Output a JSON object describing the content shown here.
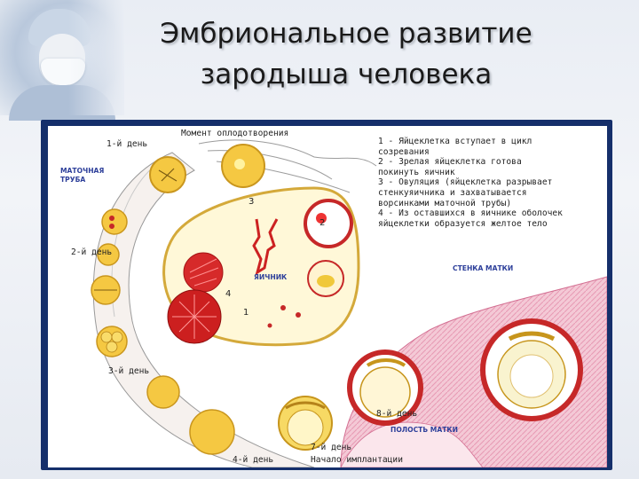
{
  "title": {
    "line1": "Эмбриональное развитие",
    "line2": "зародыша человека"
  },
  "diagram": {
    "moment": "Момент оплодотворения",
    "day1": "1-й день",
    "day2": "2-й день",
    "day3": "3-й день",
    "day4": "4-й день",
    "day7": "7-й день",
    "day8": "8-й день",
    "implant": "Начало имплантации",
    "tube_line1": "МАТОЧНАЯ",
    "tube_line2": "ТРУБА",
    "ovary": "ЯИЧНИК",
    "wall": "СТЕНКА МАТКИ",
    "cavity": "ПОЛОСТЬ МАТКИ",
    "num1": "1",
    "num2": "2",
    "num3": "3",
    "num4": "4",
    "legend": [
      "1 - Яйцеклетка вступает в цикл",
      "созревания",
      "2 - Зрелая яйцеклетка готова",
      "покинуть яичник",
      "3 - Овуляция (яйцеклетка разрывает",
      "стенкуяичника и захватывается",
      "ворсинками маточной трубы)",
      "4 - Из оставшихся в яичнике оболочек",
      "яйцеклетки образуется желтое тело"
    ]
  }
}
